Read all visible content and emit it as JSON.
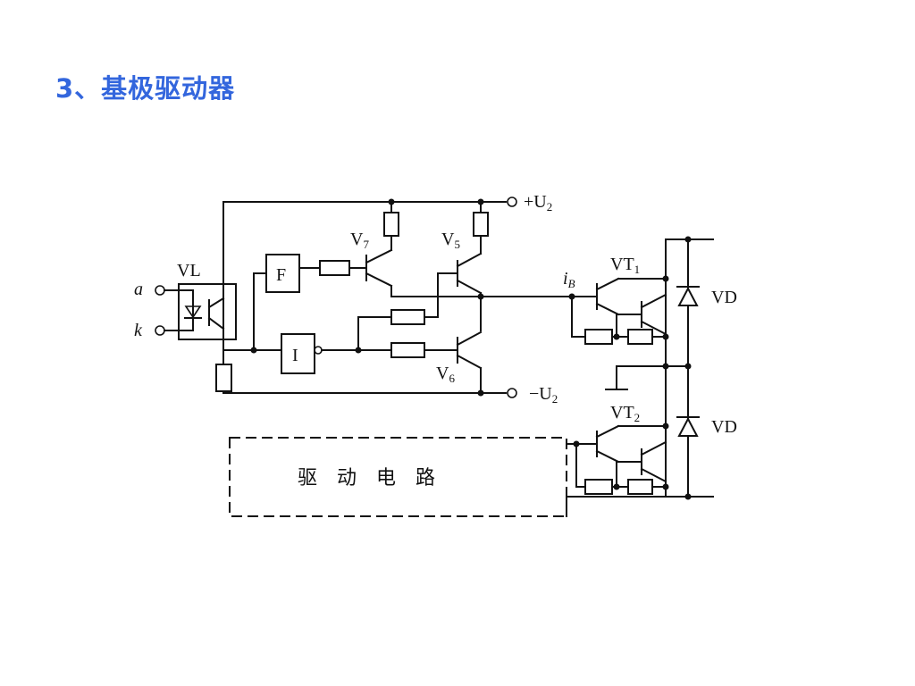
{
  "title": "3、基极驱动器",
  "diagram": {
    "terminals": {
      "a": "a",
      "k": "k",
      "plus_u": "+U",
      "plus_u_sub": "2",
      "minus_u": "−U",
      "minus_u_sub": "2"
    },
    "components": {
      "optocoupler": "VL",
      "block_f": "F",
      "block_i": "I",
      "v7": "V",
      "v7_sub": "7",
      "v5": "V",
      "v5_sub": "5",
      "v6": "V",
      "v6_sub": "6",
      "vt1": "VT",
      "vt1_sub": "1",
      "vt2": "VT",
      "vt2_sub": "2",
      "vd_top": "VD",
      "vd_bottom": "VD",
      "ib": "i",
      "ib_sub": "B"
    },
    "drive_circuit_label": "驱　动　电　路"
  }
}
